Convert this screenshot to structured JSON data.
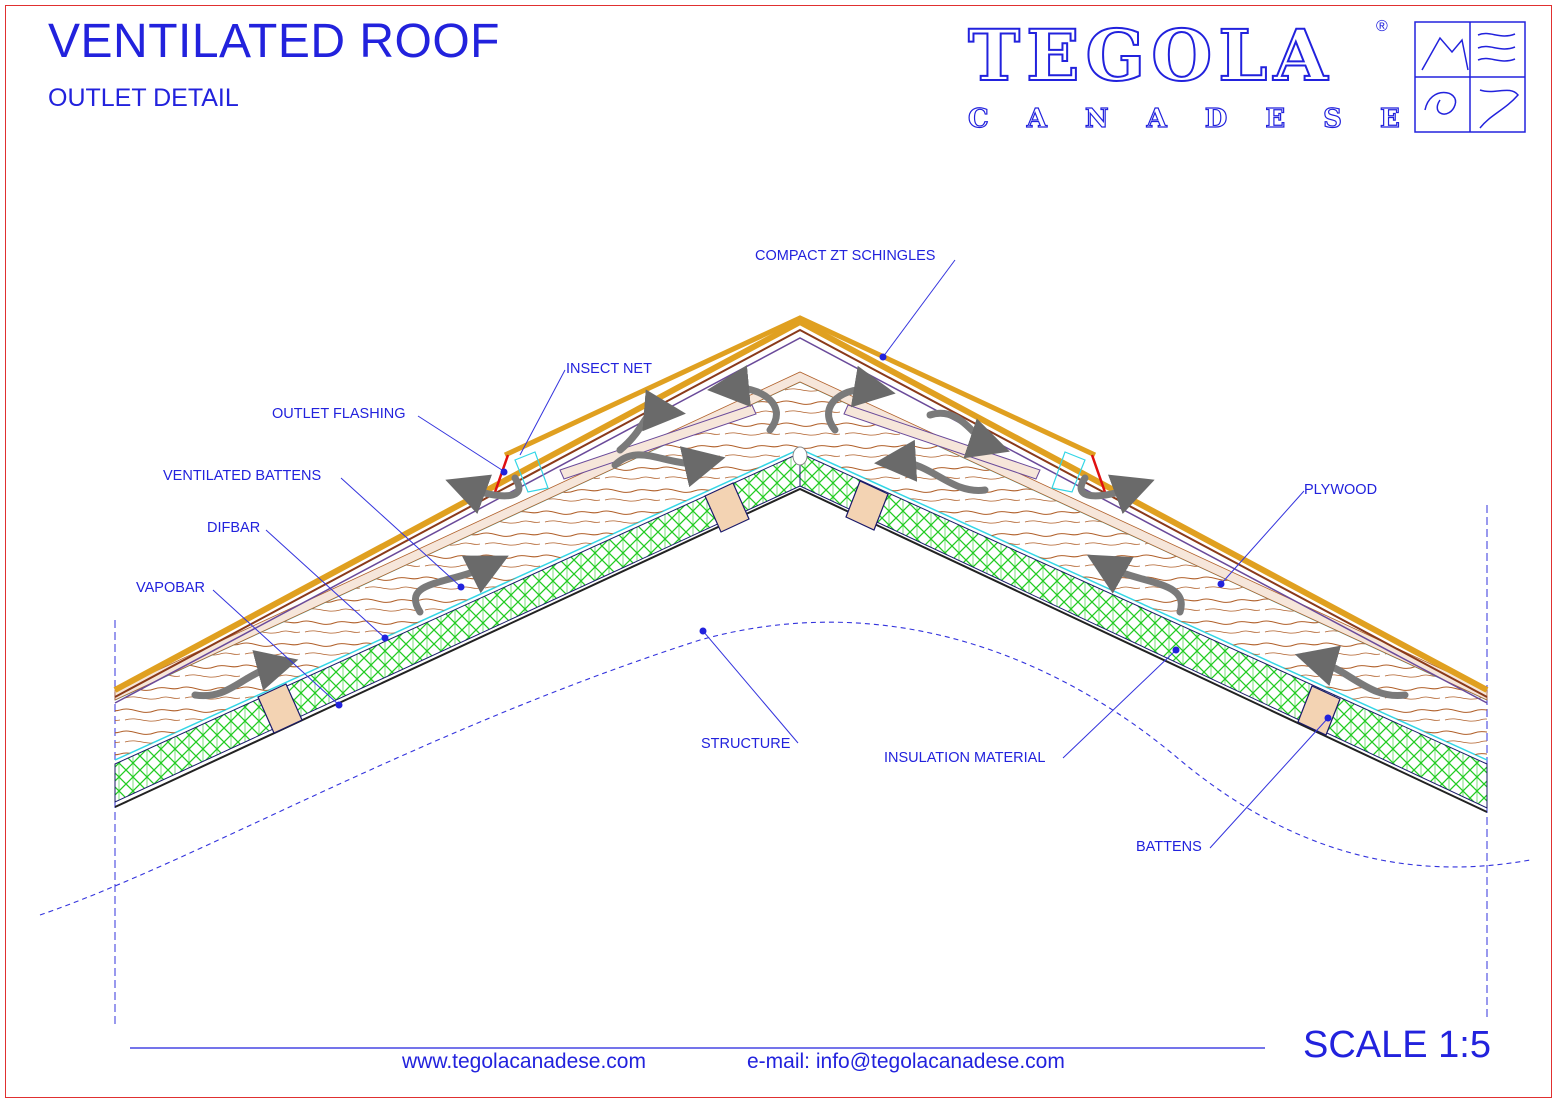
{
  "header": {
    "title": "VENTILATED ROOF",
    "subtitle": "OUTLET DETAIL"
  },
  "logo": {
    "brand": "TEGOLA",
    "sub": "CANADESE",
    "registered": "®"
  },
  "labels": {
    "compact_shingles": "COMPACT ZT SCHINGLES",
    "insect_net": "INSECT NET",
    "outlet_flashing": "OUTLET FLASHING",
    "ventilated_battens": "VENTILATED BATTENS",
    "difbar": "DIFBAR",
    "vapobar": "VAPOBAR",
    "plywood": "PLYWOOD",
    "structure": "STRUCTURE",
    "insulation_material": "INSULATION MATERIAL",
    "battens": "BATTENS"
  },
  "footer": {
    "website": "www.tegolacanadese.com",
    "email": "e-mail: info@tegolacanadese.com",
    "scale": "SCALE 1:5"
  },
  "colors": {
    "label_blue": "#2222dd",
    "frame_red": "#e03030",
    "shingle_gold": "#e0a020",
    "insulation_green": "#22cc22",
    "wood_brown": "#b0602a",
    "membrane_cyan": "#33d6e6",
    "flashing_red": "#e01010",
    "arrow_gray": "#7a7a7a"
  }
}
